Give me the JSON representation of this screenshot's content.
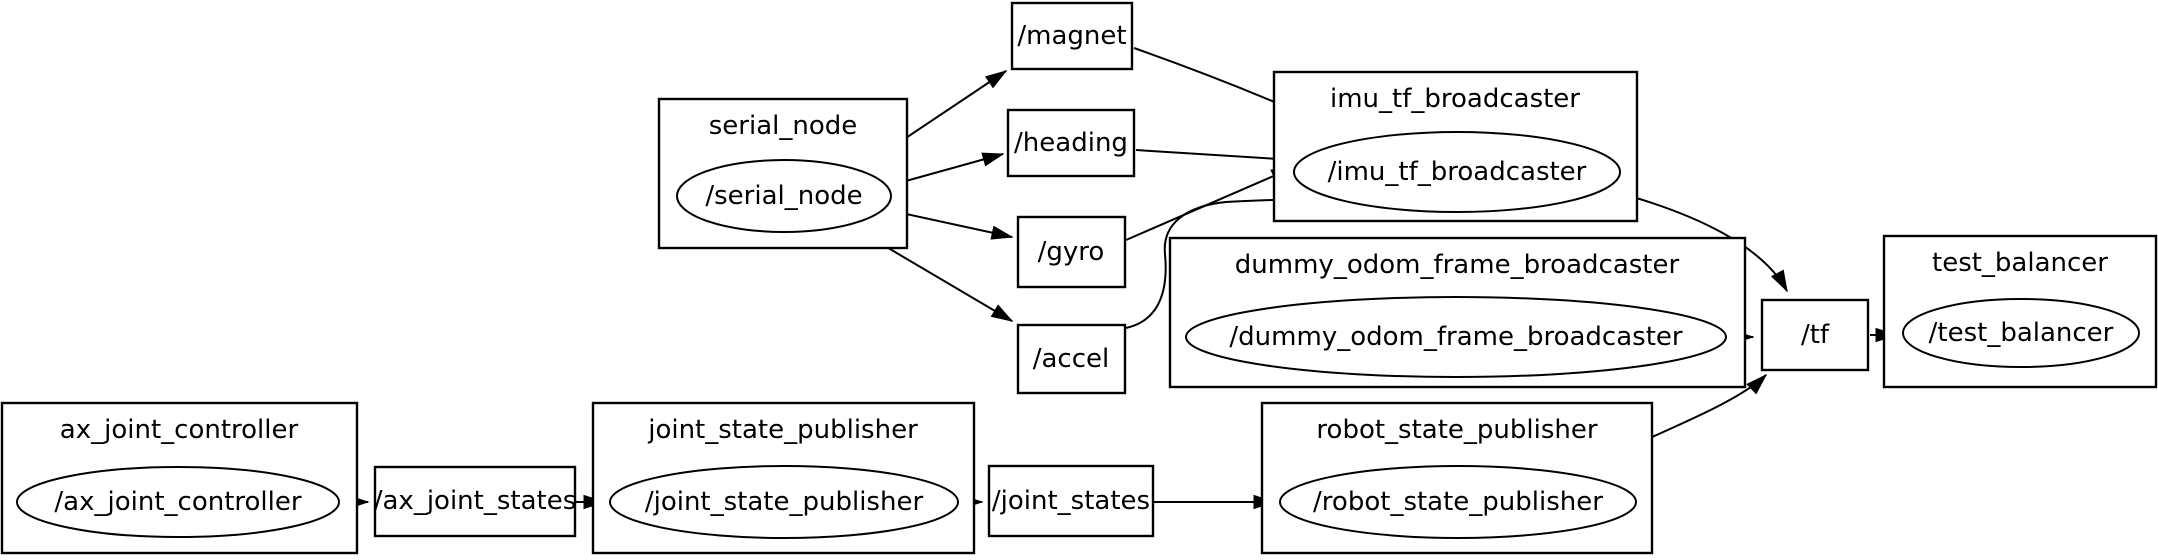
{
  "app": {
    "name": "ros-node-graph",
    "background_color": "#ffffff",
    "line_color": "#000000"
  },
  "clusters": {
    "serial_node": {
      "title": "serial_node",
      "node": "/serial_node"
    },
    "imu_tf_broadcaster": {
      "title": "imu_tf_broadcaster",
      "node": "/imu_tf_broadcaster"
    },
    "dummy_odom_frame_broadcaster": {
      "title": "dummy_odom_frame_broadcaster",
      "node": "/dummy_odom_frame_broadcaster"
    },
    "test_balancer": {
      "title": "test_balancer",
      "node": "/test_balancer"
    },
    "ax_joint_controller": {
      "title": "ax_joint_controller",
      "node": "/ax_joint_controller"
    },
    "joint_state_publisher": {
      "title": "joint_state_publisher",
      "node": "/joint_state_publisher"
    },
    "robot_state_publisher": {
      "title": "robot_state_publisher",
      "node": "/robot_state_publisher"
    }
  },
  "topics": {
    "magnet": "/magnet",
    "heading": "/heading",
    "gyro": "/gyro",
    "accel": "/accel",
    "ax_joint_states": "/ax_joint_states",
    "joint_states": "/joint_states",
    "tf": "/tf"
  },
  "edges": [
    {
      "from": "/serial_node",
      "to": "/magnet"
    },
    {
      "from": "/serial_node",
      "to": "/heading"
    },
    {
      "from": "/serial_node",
      "to": "/gyro"
    },
    {
      "from": "/serial_node",
      "to": "/accel"
    },
    {
      "from": "/magnet",
      "to": "/imu_tf_broadcaster"
    },
    {
      "from": "/heading",
      "to": "/imu_tf_broadcaster"
    },
    {
      "from": "/gyro",
      "to": "/imu_tf_broadcaster"
    },
    {
      "from": "/accel",
      "to": "/imu_tf_broadcaster"
    },
    {
      "from": "/imu_tf_broadcaster",
      "to": "/tf"
    },
    {
      "from": "/dummy_odom_frame_broadcaster",
      "to": "/tf"
    },
    {
      "from": "/robot_state_publisher",
      "to": "/tf"
    },
    {
      "from": "/tf",
      "to": "/test_balancer"
    },
    {
      "from": "/ax_joint_controller",
      "to": "/ax_joint_states"
    },
    {
      "from": "/ax_joint_states",
      "to": "/joint_state_publisher"
    },
    {
      "from": "/joint_state_publisher",
      "to": "/joint_states"
    },
    {
      "from": "/joint_states",
      "to": "/robot_state_publisher"
    }
  ]
}
